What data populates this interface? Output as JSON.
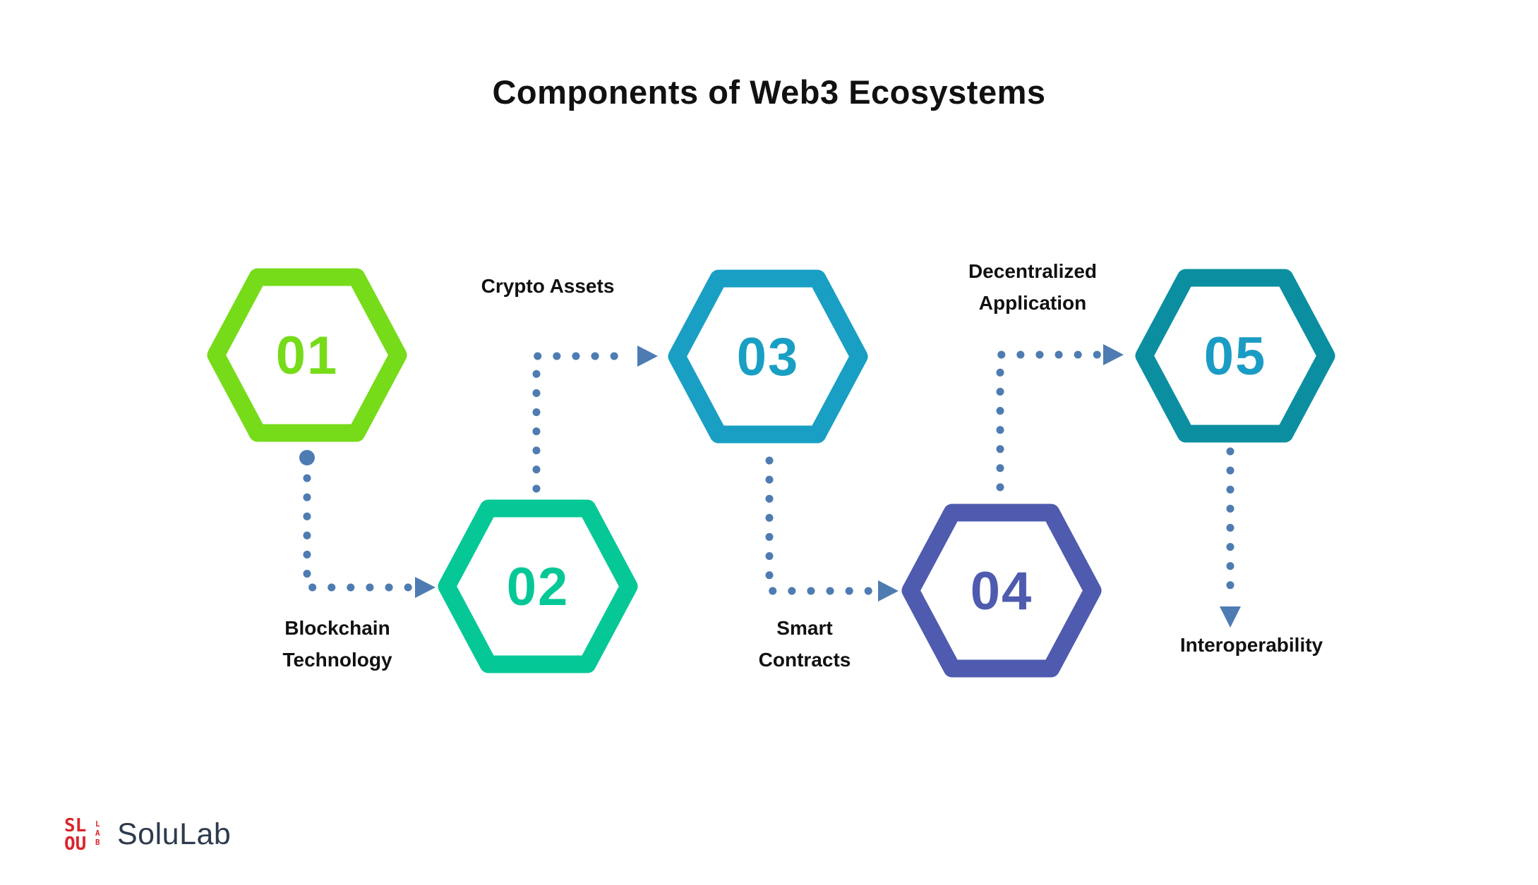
{
  "title": "Components of Web3 Ecosystems",
  "steps": [
    {
      "number": "01",
      "label_lines": [
        "Blockchain",
        "Technology"
      ],
      "color": "#76DB19",
      "number_color": "#76DB19"
    },
    {
      "number": "02",
      "label_lines": [
        "Crypto Assets"
      ],
      "color": "#06C897",
      "number_color": "#06C897"
    },
    {
      "number": "03",
      "label_lines": [
        "Smart",
        "Contracts"
      ],
      "color": "#199FC4",
      "number_color": "#199FC4"
    },
    {
      "number": "04",
      "label_lines": [
        "Decentralized",
        "Application"
      ],
      "color": "#4F5BAE",
      "number_color": "#4F5BAE"
    },
    {
      "number": "05",
      "label_lines": [
        "Interoperability"
      ],
      "color": "#0B8FA0",
      "number_color": "#1B9CC4"
    }
  ],
  "colors": {
    "arrow": "#4E7CB2",
    "title_text": "#111111",
    "label_text": "#111111",
    "background": "#FFFFFF"
  },
  "logo": {
    "text": "SoluLab",
    "text_color": "#2E3B4E",
    "mark_color": "#D9252C",
    "mark_top": "SL",
    "mark_bottom": "OU",
    "mark_side_letters": [
      "L",
      "A",
      "B"
    ]
  }
}
